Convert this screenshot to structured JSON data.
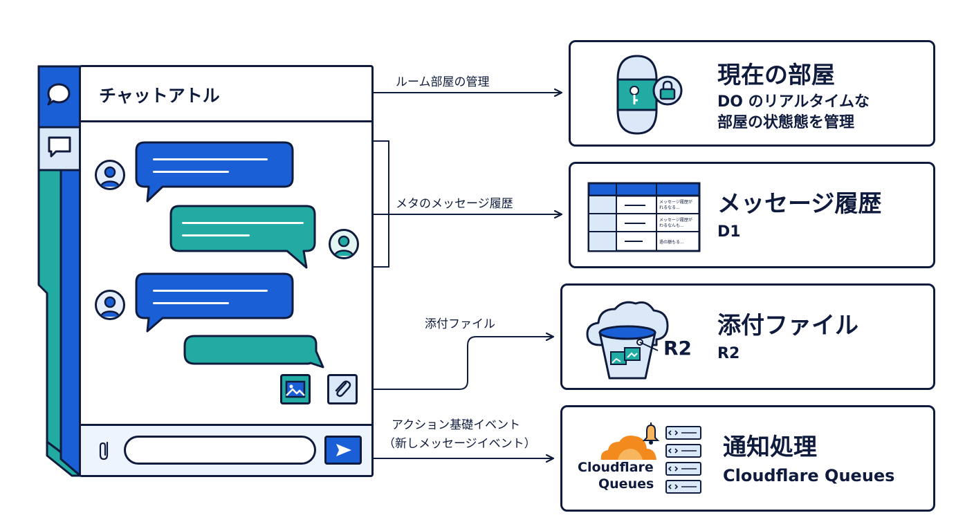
{
  "chat": {
    "title": "チャットアトル",
    "input_value": "",
    "icons": {
      "sidebar_top": "chat-bubble-icon",
      "sidebar_second": "message-icon",
      "image": "image-icon",
      "attach": "paperclip-icon",
      "send": "send-icon"
    }
  },
  "edges": {
    "rooms": "ルーム部屋の管理",
    "messages": "メタのメッセージ履歴",
    "attachments": "添付ファイル",
    "events_line1": "アクション基礎イベント",
    "events_line2": "（新しメッセージイベント）"
  },
  "panels": [
    {
      "title": "現在の部屋",
      "sub1": "DO のリアルタイムな",
      "sub2": "部屋の状態態を管理",
      "icon": "capsule-lock-icon"
    },
    {
      "title": "メッセージ履歴",
      "sub1": "D1",
      "icon": "database-table-icon",
      "table_rows": [
        "メッセージ履歴が\nれるなる...",
        "メッセージ履歴が\nわるなんも...",
        "過の額もる..."
      ]
    },
    {
      "title": "添付ファイル",
      "sub1": "R2",
      "icon_label": "R2",
      "icon": "cloud-bucket-icon"
    },
    {
      "title": "通知処理",
      "sub1": "Cloudflare Queues",
      "logo_line1": "Cloudflare",
      "logo_line2": "Queues",
      "icon": "cloudflare-queue-icon"
    }
  ],
  "colors": {
    "navy": "#0f1b3d",
    "blue": "#1b5fd6",
    "teal": "#22aba3",
    "light_blue": "#dbe8f8",
    "orange": "#f28a1e"
  }
}
